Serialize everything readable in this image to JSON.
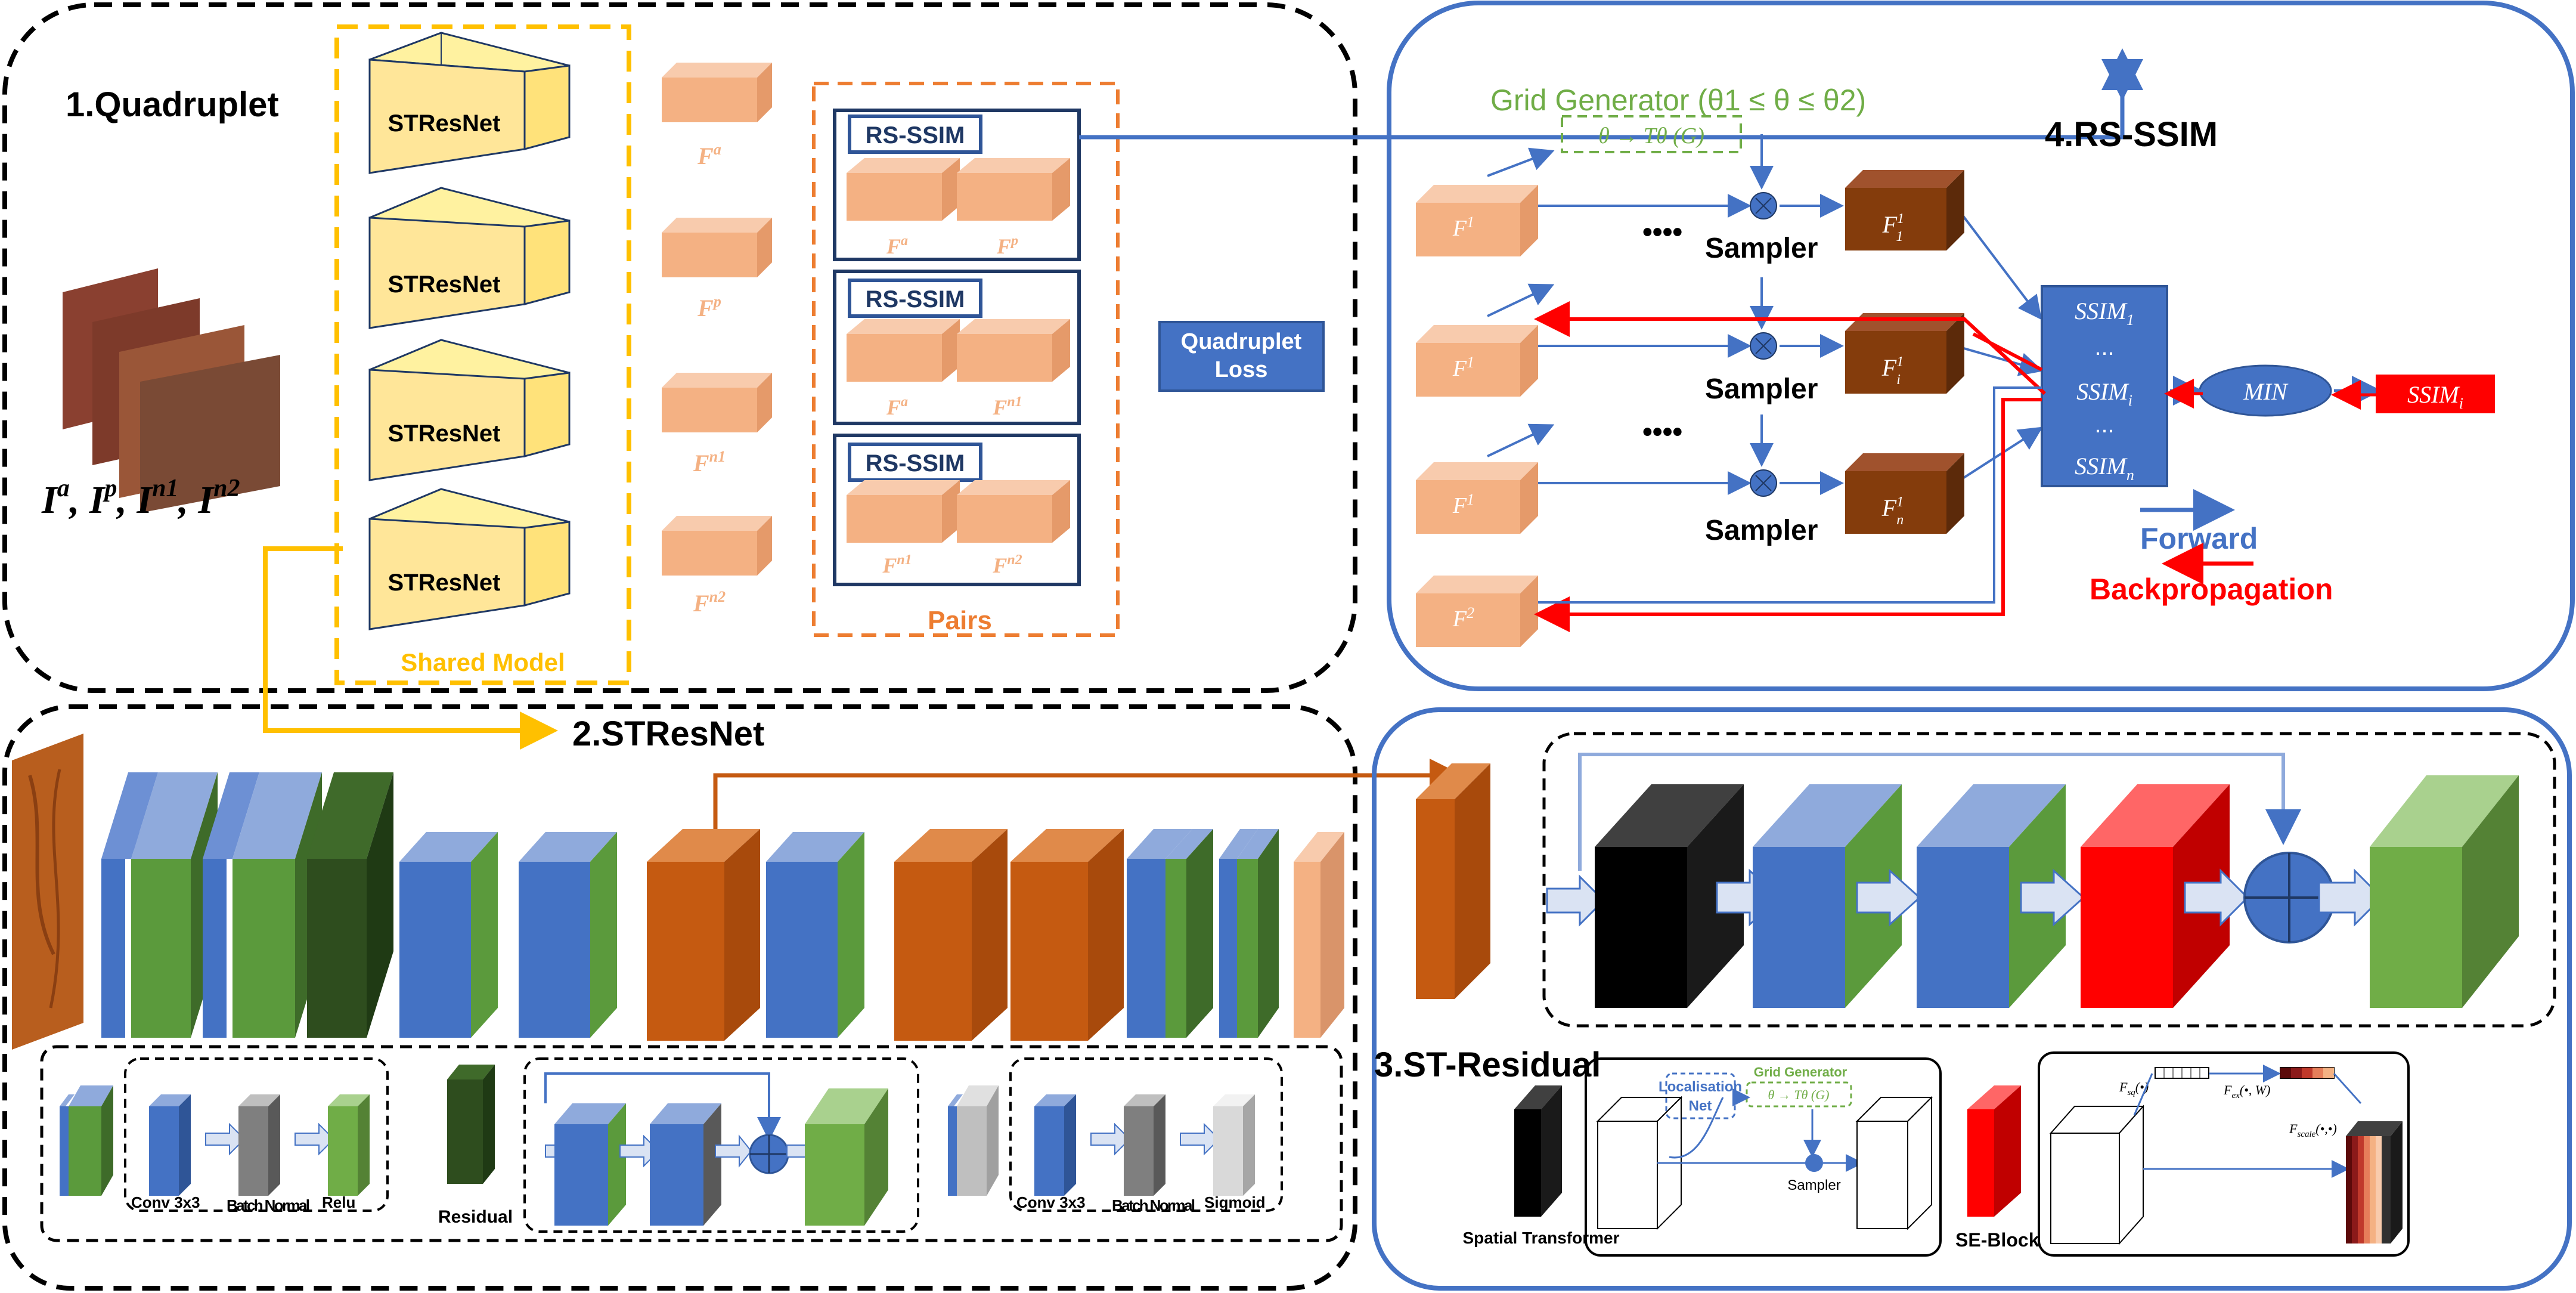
{
  "sections": {
    "quadruplet": "1.Quadruplet",
    "stresnet": "2.STResNet",
    "st_residual": "3.ST-Residual",
    "rs_ssim": "4.RS-SSIM"
  },
  "quadruplet": {
    "model_labels": [
      "STResNet",
      "STResNet",
      "STResNet",
      "STResNet"
    ],
    "shared_model": "Shared Model",
    "inputs": "I^a, I^p, I^n1, I^n2",
    "features": [
      "F^a",
      "F^p",
      "F^n1",
      "F^n2"
    ],
    "pairs_label": "Pairs",
    "rs_ssim_label": "RS-SSIM",
    "pair_labels": [
      [
        "F^a",
        "F^p"
      ],
      [
        "F^a",
        "F^n1"
      ],
      [
        "F^n1",
        "F^n2"
      ]
    ],
    "loss": [
      "Quadruplet",
      "Loss"
    ]
  },
  "rs_ssim_panel": {
    "grid_generator": "Grid Generator (θ1 ≤ θ ≤ θ2)",
    "transform": "θ → Tθ (G)",
    "inputs": [
      "F^1",
      "F^1",
      "F^1",
      "F^2"
    ],
    "sampler": "Sampler",
    "dots": "••••",
    "outputs": [
      "F1^1",
      "Fi^1",
      "Fn^1"
    ],
    "ssim_list": [
      "SSIM1",
      "...",
      "SSIMi",
      "...",
      "SSIMn"
    ],
    "min": "MIN",
    "result": "SSIMi",
    "forward": "Forward",
    "backprop": "Backpropagation"
  },
  "legend": {
    "conv": "Conv 3x3",
    "batch_norm": "Batch Normal",
    "relu": "Relu",
    "residual": "Residual",
    "sigmoid": "Sigmoid"
  },
  "st_residual_legend": {
    "localisation_net": "Localisation Net",
    "grid_generator": "Grid Generator",
    "transform": "θ → Tθ (G)",
    "sampler": "Sampler",
    "spatial_transformer": "Spatial Transformer",
    "se_block": "SE-Block",
    "f_sq": "Fsq(•)",
    "f_ex": "Fex(•, W)",
    "f_scale": "Fscale(•,•)"
  },
  "colors": {
    "blue": "#4472c4",
    "green": "#5b9a3c",
    "dark_green": "#2e4d1e",
    "orange": "#c55a11",
    "peach": "#f4b183",
    "yellow": "#ffc000",
    "red": "#ff0000",
    "brown": "#843c0c",
    "light_green": "#70ad47"
  }
}
